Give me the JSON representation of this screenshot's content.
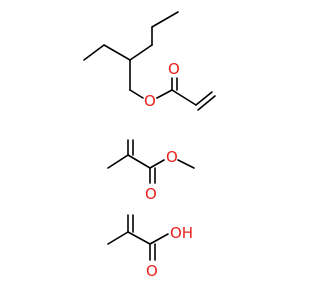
{
  "structure": {
    "components": [
      {
        "id": "ethylhexyl-acrylate",
        "atom_labels": [
          {
            "key": "carbonyl-o",
            "text": "O"
          },
          {
            "key": "ester-o",
            "text": "O"
          }
        ]
      },
      {
        "id": "methyl-methacrylate",
        "atom_labels": [
          {
            "key": "carbonyl-o",
            "text": "O"
          },
          {
            "key": "ester-o",
            "text": "O"
          }
        ]
      },
      {
        "id": "methacrylic-acid",
        "atom_labels": [
          {
            "key": "hydroxyl",
            "text": "OH"
          },
          {
            "key": "carbonyl-o",
            "text": "O"
          }
        ]
      }
    ],
    "atom_color": "#e8201c",
    "bond_color": "#000000"
  }
}
